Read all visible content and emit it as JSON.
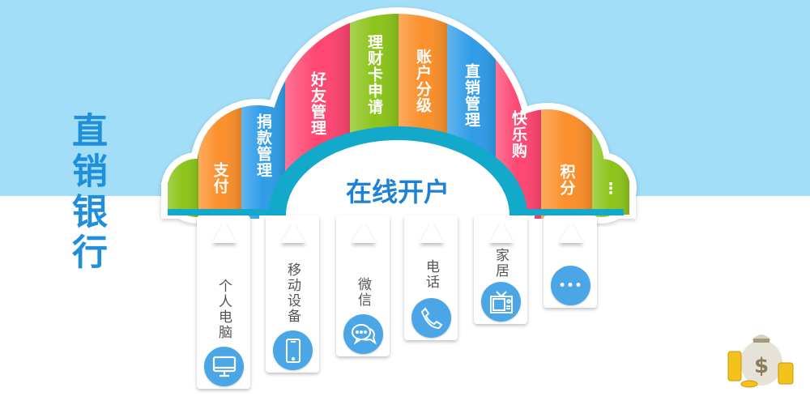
{
  "title": "直销银行",
  "cloud": {
    "columns": [
      {
        "label": "",
        "color": "#8cc41a"
      },
      {
        "label": "支付",
        "color": "#fb8f2a"
      },
      {
        "label": "捐款管理",
        "color": "#2f9ce8"
      },
      {
        "label": "好友管理",
        "color": "#ff4571"
      },
      {
        "label": "理财卡申请",
        "color": "#8cc41a"
      },
      {
        "label": "账户分级",
        "color": "#fb8f2a"
      },
      {
        "label": "直销管理",
        "color": "#2f9ce8"
      },
      {
        "label": "快乐购",
        "color": "#ff4571"
      },
      {
        "label": "积分",
        "color": "#fb8f2a"
      },
      {
        "label": "⋮",
        "color": "#8cc41a"
      }
    ],
    "center_label": "在线开户",
    "arch_color": "#13a9cb"
  },
  "channels": [
    {
      "label": "个人电脑",
      "icon": "desktop-icon"
    },
    {
      "label": "移动设备",
      "icon": "mobile-icon"
    },
    {
      "label": "微信",
      "icon": "chat-icon"
    },
    {
      "label": "电话",
      "icon": "phone-icon"
    },
    {
      "label": "家居",
      "icon": "tv-icon"
    },
    {
      "label": "•••",
      "icon": "more-icon"
    }
  ]
}
